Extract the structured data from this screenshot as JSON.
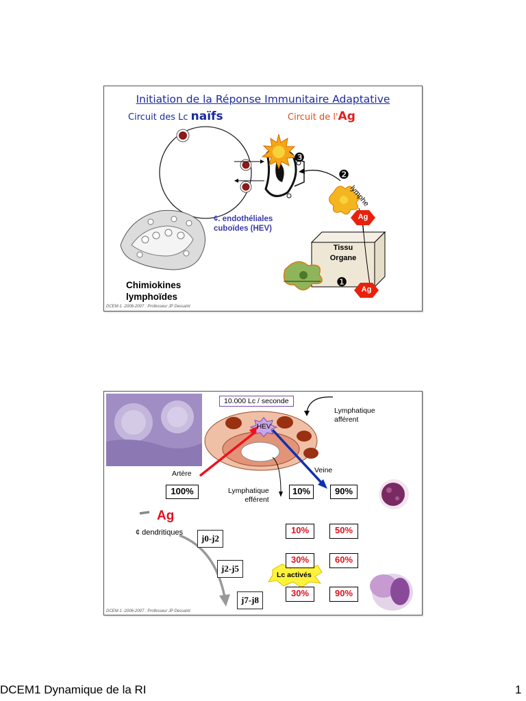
{
  "slide1": {
    "title": "Initiation de la Réponse Immunitaire Adaptative",
    "naive_prefix": "Circuit des Lc ",
    "naive_emph": "naïfs",
    "ag_prefix": "Circuit de l'",
    "ag_emph": "Ag",
    "step1": "❶",
    "step2": "❷",
    "step3": "❸",
    "lymphe": "lymphe",
    "hev_line1": "¢. endothéliales",
    "hev_line2": "cuboïdes (HEV)",
    "tissu": "Tissu",
    "organe": "Organe",
    "ag_badge": "Ag",
    "chim_line1": "Chimiokines",
    "chim_line2": "lymphoïdes",
    "footer": "DCEM-1 -2006-2007 : Professeur JP Dessaint"
  },
  "slide2": {
    "lc_rate": "10.000 Lc / seconde",
    "lymph_aff_line1": "Lymphatique",
    "lymph_aff_line2": "afférent",
    "hev": "HEV",
    "artere": "Artère",
    "veine": "Veine",
    "lymph_eff_line1": "Lymphatique",
    "lymph_eff_line2": "efférent",
    "pct_100": "100%",
    "pct_10": "10%",
    "pct_90": "90%",
    "ag": "Ag",
    "dendritiques": "¢ dendritiques",
    "rows": [
      {
        "cal": "j0-j2",
        "a": "10%",
        "b": "50%"
      },
      {
        "cal": "j2-j5",
        "a": "30%",
        "b": "60%"
      },
      {
        "cal": "j7-j8",
        "a": "30%",
        "b": "90%"
      }
    ],
    "lc_actives": "Lc activés",
    "footer": "DCEM-1 -2006-2007 : Professeur JP Dessaint"
  },
  "page_footer": {
    "left": "DCEM1 Dynamique de la RI",
    "right": "1"
  }
}
